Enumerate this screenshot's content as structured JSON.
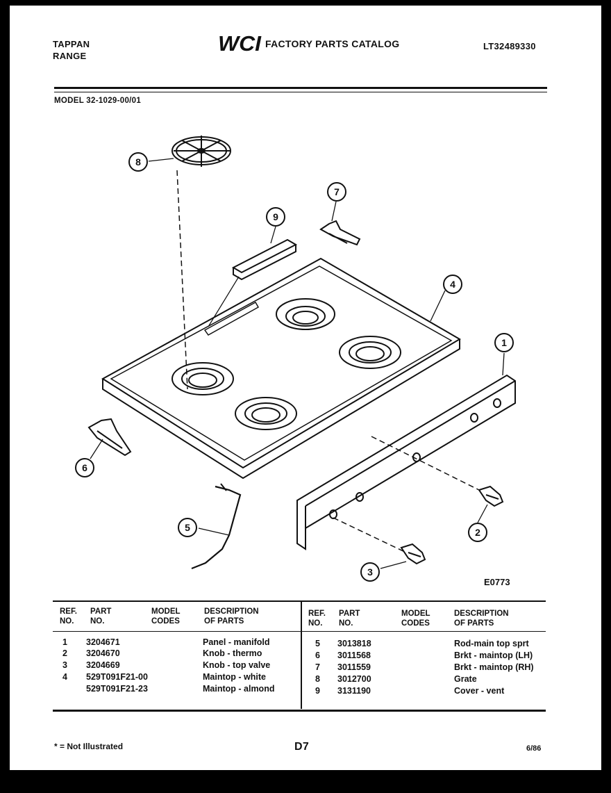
{
  "header": {
    "brand_line1": "TAPPAN",
    "brand_line2": "RANGE",
    "logo_text": "WCI",
    "catalog_title": "FACTORY PARTS CATALOG",
    "catalog_number": "LT32489330",
    "model_line": "MODEL 32-1029-00/01"
  },
  "diagram": {
    "figure_code": "E0773",
    "callouts": [
      "1",
      "2",
      "3",
      "4",
      "5",
      "6",
      "7",
      "8",
      "9"
    ]
  },
  "table": {
    "headers_left": {
      "ref1": "REF.",
      "ref2": "NO.",
      "part1": "PART",
      "part2": "NO.",
      "model1": "MODEL",
      "model2": "CODES",
      "desc1": "DESCRIPTION",
      "desc2": "OF PARTS"
    },
    "headers_right": {
      "ref1": "REF.",
      "ref2": "NO.",
      "part1": "PART",
      "part2": "NO.",
      "model1": "MODEL",
      "model2": "CODES",
      "desc1": "DESCRIPTION",
      "desc2": "OF PARTS"
    },
    "left_rows": [
      {
        "ref": "1",
        "part": "3204671",
        "desc": "Panel - manifold"
      },
      {
        "ref": "2",
        "part": "3204670",
        "desc": "Knob - thermo"
      },
      {
        "ref": "3",
        "part": "3204669",
        "desc": "Knob - top valve"
      },
      {
        "ref": "4",
        "part": "529T091F21-00",
        "desc": "Maintop - white"
      },
      {
        "ref": "",
        "part": "529T091F21-23",
        "desc": "Maintop - almond"
      }
    ],
    "right_rows": [
      {
        "ref": "5",
        "part": "3013818",
        "desc": "Rod-main top sprt"
      },
      {
        "ref": "6",
        "part": "3011568",
        "desc": "Brkt - maintop (LH)"
      },
      {
        "ref": "7",
        "part": "3011559",
        "desc": "Brkt - maintop (RH)"
      },
      {
        "ref": "8",
        "part": "3012700",
        "desc": "Grate"
      },
      {
        "ref": "9",
        "part": "3131190",
        "desc": "Cover - vent"
      }
    ]
  },
  "footer": {
    "note": "* = Not Illustrated",
    "page_code": "D7",
    "date": "6/86"
  }
}
